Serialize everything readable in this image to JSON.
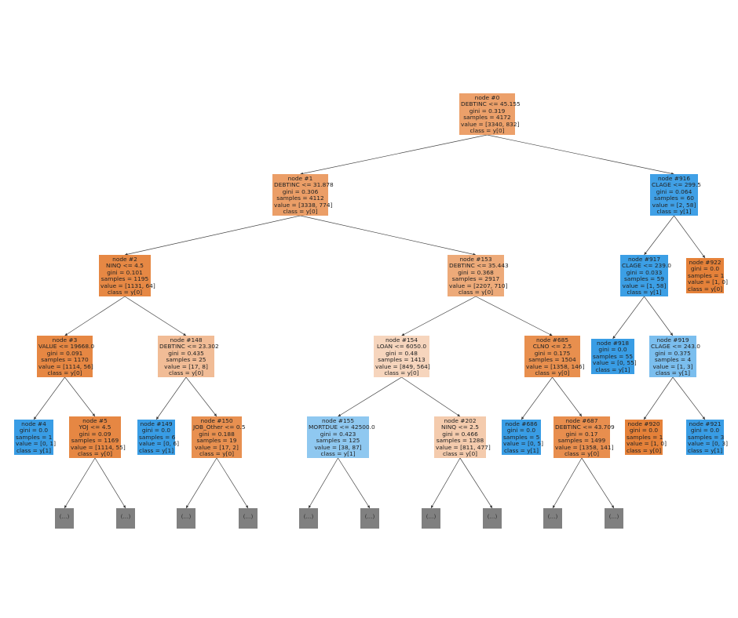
{
  "tree": {
    "nodes": [
      {
        "id": "n0",
        "lines": [
          "node #0",
          "DEBTINC <= 45.155",
          "gini = 0.319",
          "samples = 4172",
          "value = [3340, 832]",
          "class = y[0]"
        ],
        "color": "#eca06a"
      },
      {
        "id": "n1",
        "lines": [
          "node #1",
          "DEBTINC <= 31.878",
          "gini = 0.306",
          "samples = 4112",
          "value = [3338, 774]",
          "class = y[0]"
        ],
        "color": "#eb9e67"
      },
      {
        "id": "n916",
        "lines": [
          "node #916",
          "CLAGE <= 299.5",
          "gini = 0.064",
          "samples = 60",
          "value = [2, 58]",
          "class = y[1]"
        ],
        "color": "#40a0e6"
      },
      {
        "id": "n2",
        "lines": [
          "node #2",
          "NINQ <= 4.5",
          "gini = 0.101",
          "samples = 1195",
          "value = [1131, 64]",
          "class = y[0]"
        ],
        "color": "#e68844"
      },
      {
        "id": "n153",
        "lines": [
          "node #153",
          "DEBTINC <= 35.443",
          "gini = 0.368",
          "samples = 2917",
          "value = [2207, 710]",
          "class = y[0]"
        ],
        "color": "#edaa79"
      },
      {
        "id": "n917",
        "lines": [
          "node #917",
          "CLAGE <= 239.0",
          "gini = 0.033",
          "samples = 59",
          "value = [1, 58]",
          "class = y[1]"
        ],
        "color": "#3c9fe5"
      },
      {
        "id": "n922",
        "lines": [
          "node #922",
          "gini = 0.0",
          "samples = 1",
          "value = [1, 0]",
          "class = y[0]"
        ],
        "color": "#e58139"
      },
      {
        "id": "n3",
        "lines": [
          "node #3",
          "VALUE <= 19668.0",
          "gini = 0.091",
          "samples = 1170",
          "value = [1114, 56]",
          "class = y[0]"
        ],
        "color": "#e68743"
      },
      {
        "id": "n148",
        "lines": [
          "node #148",
          "DEBTINC <= 23.302",
          "gini = 0.435",
          "samples = 25",
          "value = [17, 8]",
          "class = y[0]"
        ],
        "color": "#f1bc96"
      },
      {
        "id": "n154",
        "lines": [
          "node #154",
          "LOAN <= 6050.0",
          "gini = 0.48",
          "samples = 1413",
          "value = [849, 564]",
          "class = y[0]"
        ],
        "color": "#f6d5bd"
      },
      {
        "id": "n685",
        "lines": [
          "node #685",
          "CLNO <= 2.5",
          "gini = 0.175",
          "samples = 1504",
          "value = [1358, 146]",
          "class = y[0]"
        ],
        "color": "#e88f4e"
      },
      {
        "id": "n918",
        "lines": [
          "node #918",
          "gini = 0.0",
          "samples = 55",
          "value = [0, 55]",
          "class = y[1]"
        ],
        "color": "#399de5"
      },
      {
        "id": "n919",
        "lines": [
          "node #919",
          "CLAGE <= 243.0",
          "gini = 0.375",
          "samples = 4",
          "value = [1, 3]",
          "class = y[1]"
        ],
        "color": "#7bbeee"
      },
      {
        "id": "n4",
        "lines": [
          "node #4",
          "gini = 0.0",
          "samples = 1",
          "value = [0, 1]",
          "class = y[1]"
        ],
        "color": "#399de5"
      },
      {
        "id": "n5",
        "lines": [
          "node #5",
          "YOJ <= 4.5",
          "gini = 0.09",
          "samples = 1169",
          "value = [1114, 55]",
          "class = y[0]"
        ],
        "color": "#e68743"
      },
      {
        "id": "n149",
        "lines": [
          "node #149",
          "gini = 0.0",
          "samples = 6",
          "value = [0, 6]",
          "class = y[1]"
        ],
        "color": "#399de5"
      },
      {
        "id": "n150",
        "lines": [
          "node #150",
          "JOB_Other <= 0.5",
          "gini = 0.188",
          "samples = 19",
          "value = [17, 2]",
          "class = y[0]"
        ],
        "color": "#e89050"
      },
      {
        "id": "n155",
        "lines": [
          "node #155",
          "MORTDUE <= 42500.0",
          "gini = 0.423",
          "samples = 125",
          "value = [38, 87]",
          "class = y[1]"
        ],
        "color": "#8fc8f0"
      },
      {
        "id": "n202",
        "lines": [
          "node #202",
          "NINQ <= 2.5",
          "gini = 0.466",
          "samples = 1288",
          "value = [811, 477]",
          "class = y[0]"
        ],
        "color": "#f4cbad"
      },
      {
        "id": "n686",
        "lines": [
          "node #686",
          "gini = 0.0",
          "samples = 5",
          "value = [0, 5]",
          "class = y[1]"
        ],
        "color": "#399de5"
      },
      {
        "id": "n687",
        "lines": [
          "node #687",
          "DEBTINC <= 43.709",
          "gini = 0.17",
          "samples = 1499",
          "value = [1358, 141]",
          "class = y[0]"
        ],
        "color": "#e88e4e"
      },
      {
        "id": "n920",
        "lines": [
          "node #920",
          "gini = 0.0",
          "samples = 1",
          "value = [1, 0]",
          "class = y[0]"
        ],
        "color": "#e58139"
      },
      {
        "id": "n921",
        "lines": [
          "node #921",
          "gini = 0.0",
          "samples = 3",
          "value = [0, 3]",
          "class = y[1]"
        ],
        "color": "#399de5"
      },
      {
        "id": "t1",
        "lines": [
          "(...)"
        ],
        "color": "#808080",
        "truncated": true
      },
      {
        "id": "t2",
        "lines": [
          "(...)"
        ],
        "color": "#808080",
        "truncated": true
      },
      {
        "id": "t3",
        "lines": [
          "(...)"
        ],
        "color": "#808080",
        "truncated": true
      },
      {
        "id": "t4",
        "lines": [
          "(...)"
        ],
        "color": "#808080",
        "truncated": true
      },
      {
        "id": "t5",
        "lines": [
          "(...)"
        ],
        "color": "#808080",
        "truncated": true
      },
      {
        "id": "t6",
        "lines": [
          "(...)"
        ],
        "color": "#808080",
        "truncated": true
      },
      {
        "id": "t7",
        "lines": [
          "(...)"
        ],
        "color": "#808080",
        "truncated": true
      },
      {
        "id": "t8",
        "lines": [
          "(...)"
        ],
        "color": "#808080",
        "truncated": true
      },
      {
        "id": "t9",
        "lines": [
          "(...)"
        ],
        "color": "#808080",
        "truncated": true
      },
      {
        "id": "t10",
        "lines": [
          "(...)"
        ],
        "color": "#808080",
        "truncated": true
      }
    ],
    "edges": [
      [
        "n0",
        "n1"
      ],
      [
        "n0",
        "n916"
      ],
      [
        "n1",
        "n2"
      ],
      [
        "n1",
        "n153"
      ],
      [
        "n916",
        "n917"
      ],
      [
        "n916",
        "n922"
      ],
      [
        "n2",
        "n3"
      ],
      [
        "n2",
        "n148"
      ],
      [
        "n153",
        "n154"
      ],
      [
        "n153",
        "n685"
      ],
      [
        "n917",
        "n918"
      ],
      [
        "n917",
        "n919"
      ],
      [
        "n3",
        "n4"
      ],
      [
        "n3",
        "n5"
      ],
      [
        "n148",
        "n149"
      ],
      [
        "n148",
        "n150"
      ],
      [
        "n154",
        "n155"
      ],
      [
        "n154",
        "n202"
      ],
      [
        "n685",
        "n686"
      ],
      [
        "n685",
        "n687"
      ],
      [
        "n919",
        "n920"
      ],
      [
        "n919",
        "n921"
      ],
      [
        "n5",
        "t1"
      ],
      [
        "n5",
        "t2"
      ],
      [
        "n150",
        "t3"
      ],
      [
        "n150",
        "t4"
      ],
      [
        "n155",
        "t5"
      ],
      [
        "n155",
        "t6"
      ],
      [
        "n202",
        "t7"
      ],
      [
        "n202",
        "t8"
      ],
      [
        "n687",
        "t9"
      ],
      [
        "n687",
        "t10"
      ]
    ]
  }
}
